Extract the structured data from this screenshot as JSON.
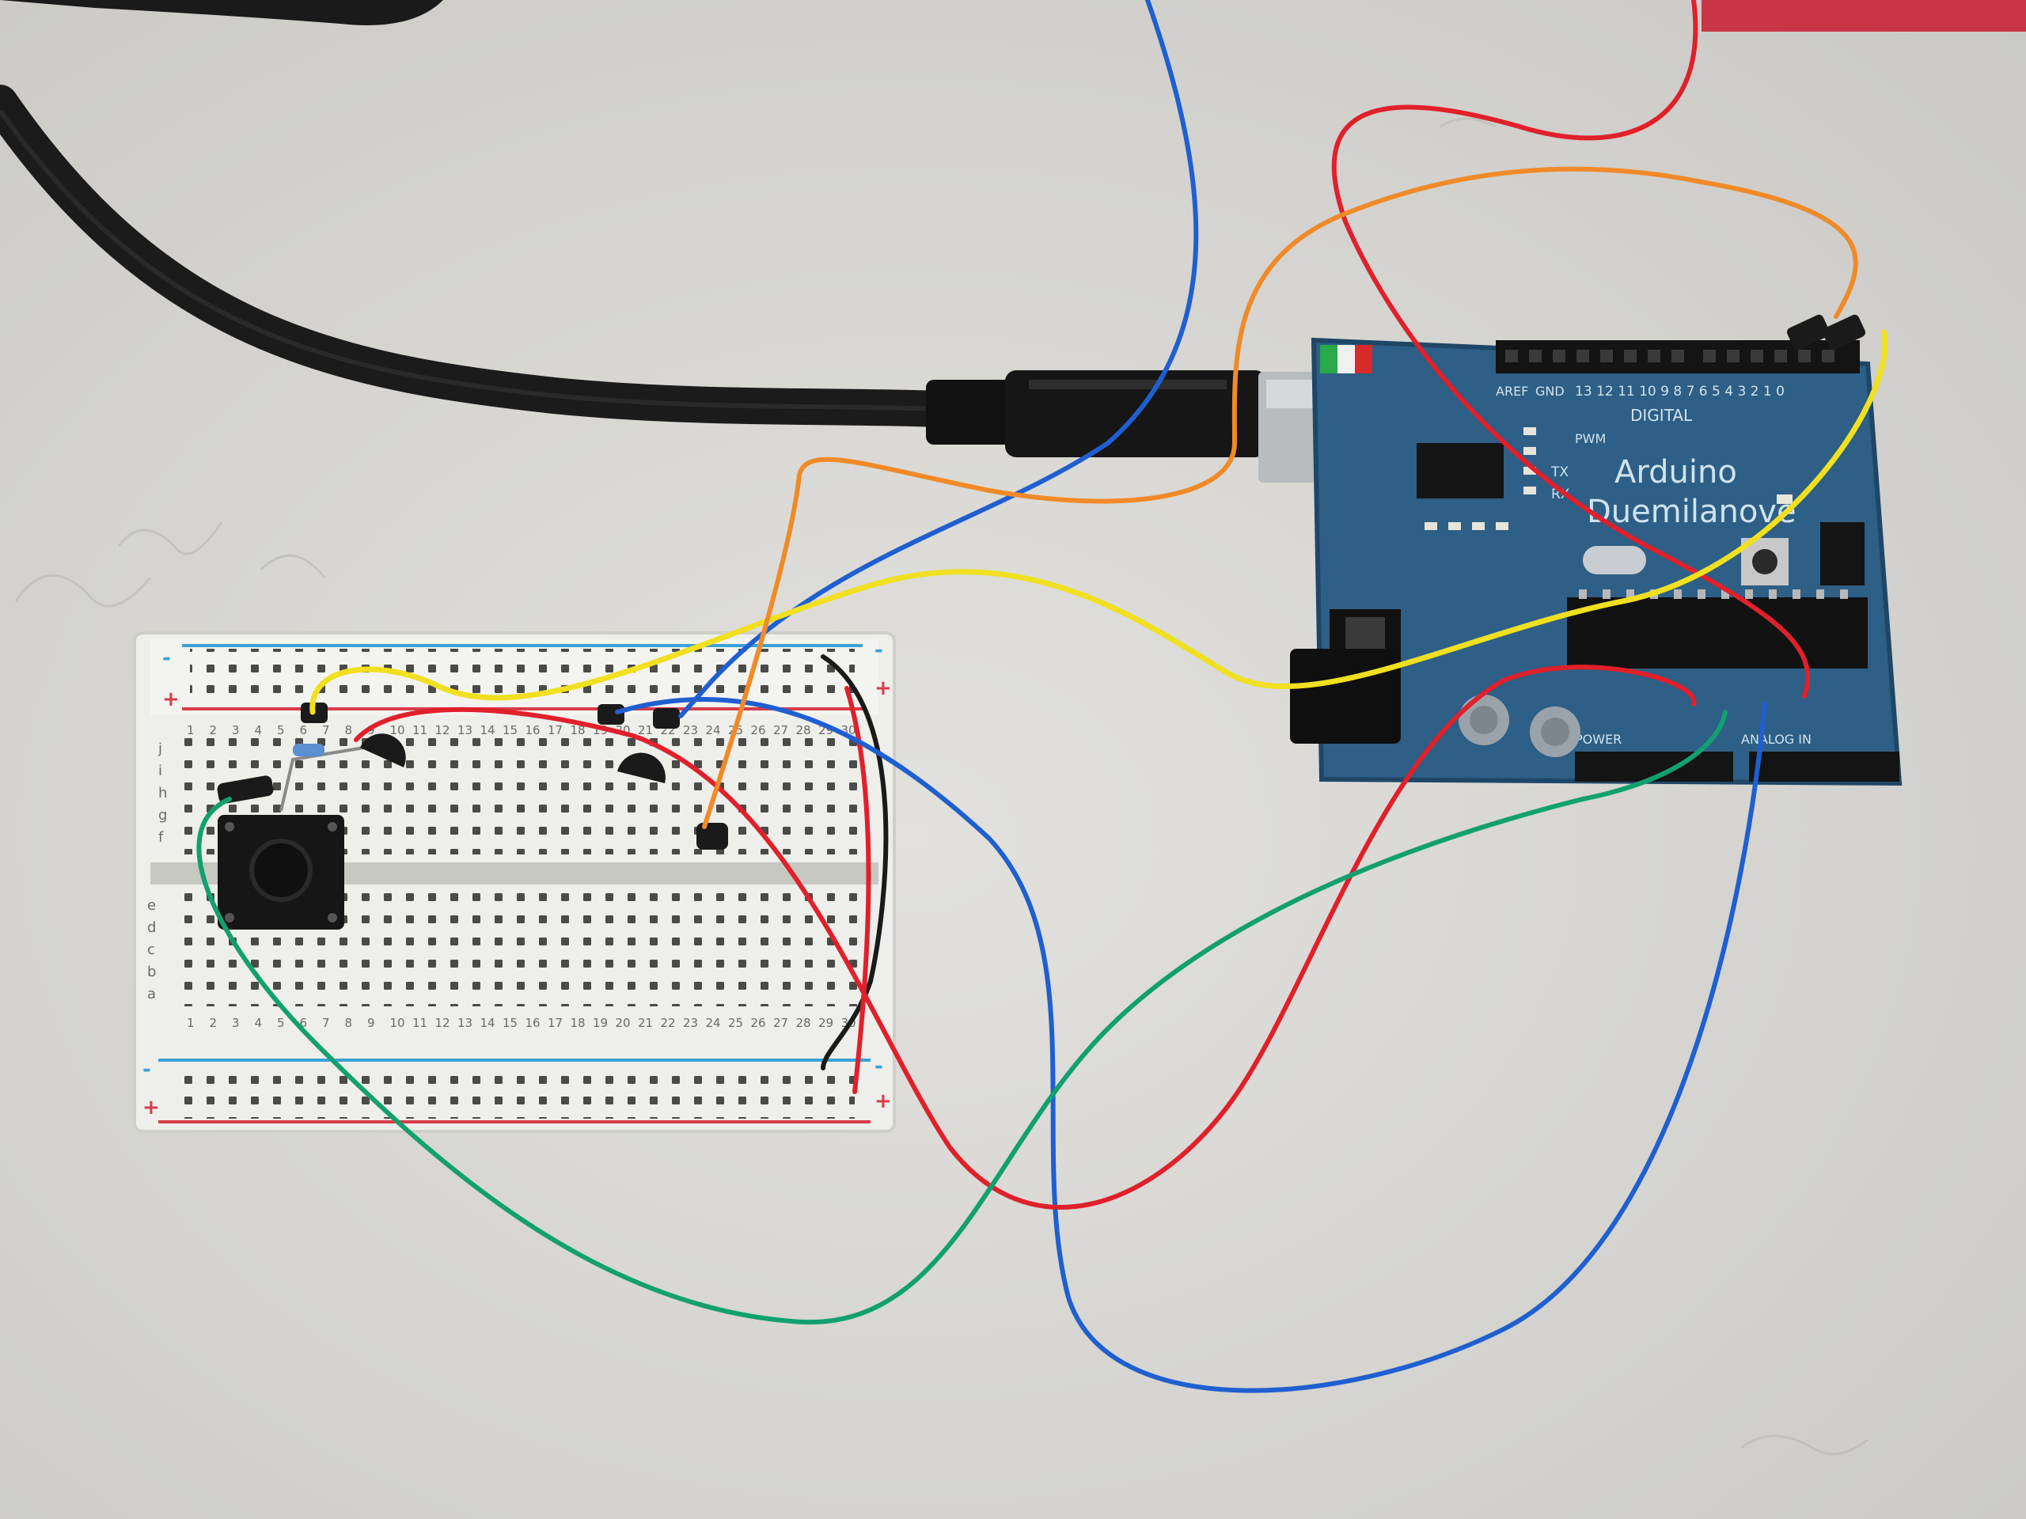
{
  "photo": {
    "colors": {
      "desk": "#d8d7d3",
      "board": "#2e5f86",
      "board_dark": "#1f4666",
      "breadboard": "#eeeeea",
      "rail_red": "#d83c4a",
      "rail_blue": "#3aa0d8",
      "wire_red": "#e0202a",
      "wire_blue": "#1f5fd0",
      "wire_green": "#12a070",
      "wire_yellow": "#f0e020",
      "wire_orange": "#f08a28",
      "wire_black": "#1a1a1a",
      "usb_cable": "#1b1b1b"
    }
  },
  "arduino": {
    "name_line1": "Arduino",
    "name_line2": "Duemilanove",
    "digital_label": "DIGITAL",
    "aref_label": "AREF",
    "gnd_label": "GND",
    "tx_label": "TX",
    "rx_label": "RX",
    "pwm_label": "PWM",
    "power_label": "POWER",
    "analog_label": "ANALOG IN",
    "pin_numbers": "13 12 11 10 9 8  7 6 5 4 3 2 1 0"
  },
  "breadboard": {
    "row_letters_top": [
      "j",
      "i",
      "h",
      "g",
      "f"
    ],
    "row_letters_bottom": [
      "e",
      "d",
      "c",
      "b",
      "a"
    ],
    "column_numbers": [
      "1",
      "2",
      "3",
      "4",
      "5",
      "6",
      "7",
      "8",
      "9",
      "10",
      "11",
      "12",
      "13",
      "14",
      "15",
      "16",
      "17",
      "18",
      "19",
      "20",
      "21",
      "22",
      "23",
      "24",
      "25",
      "26",
      "27",
      "28",
      "29",
      "30"
    ],
    "rail_plus": "+",
    "rail_minus": "-"
  }
}
